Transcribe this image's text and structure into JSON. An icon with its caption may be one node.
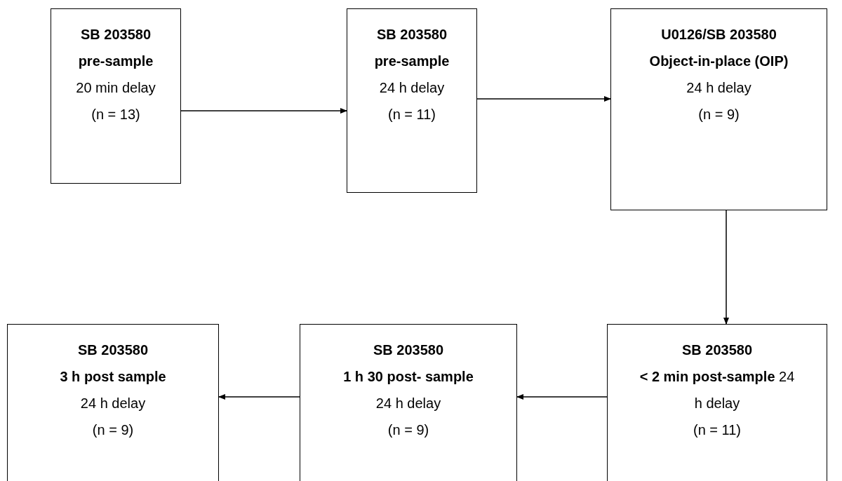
{
  "diagram": {
    "nodes": [
      {
        "text": [
          "SB 203580",
          "pre-sample",
          "20 min delay",
          "(n = 13)"
        ]
      },
      {
        "text": [
          "SB 203580",
          "pre-sample",
          "24 h delay",
          "(n = 11)"
        ]
      },
      {
        "text": [
          "U0126/SB 203580",
          "Object-in-place (OIP)",
          "24 h delay",
          "(n = 9)"
        ]
      },
      {
        "text": [
          "SB 203580",
          "3 h post sample",
          "24 h delay",
          "(n = 9)"
        ]
      },
      {
        "text": [
          "SB 203580",
          "1 h 30 post- sample",
          "24 h delay",
          "(n = 9)"
        ]
      },
      {
        "text": [
          "SB 203580",
          "< 2 min post-sample",
          "24 h delay",
          "(n = 11)"
        ]
      }
    ],
    "edges": [
      {
        "from": 0,
        "to": 1,
        "arrow": "to"
      },
      {
        "from": 1,
        "to": 2,
        "arrow": "to"
      },
      {
        "from": 2,
        "to": 5,
        "arrow": "to"
      },
      {
        "from": 5,
        "to": 4,
        "arrow": "to"
      },
      {
        "from": 4,
        "to": 3,
        "arrow": "to"
      }
    ]
  }
}
